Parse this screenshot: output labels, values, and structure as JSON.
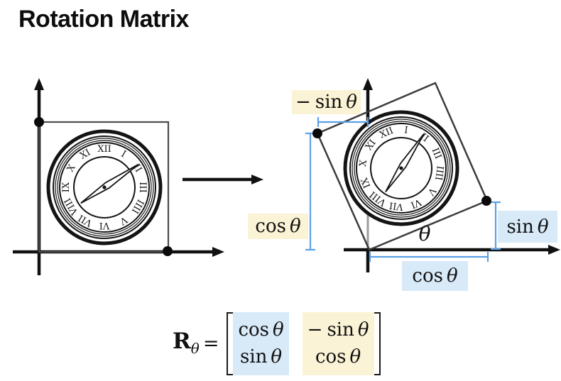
{
  "title": "Rotation Matrix",
  "colors": {
    "yellow_highlight": "#FAF3D5",
    "blue_highlight": "#D8E9F8",
    "measure_blue": "#5CA1E6"
  },
  "clock": {
    "numerals": [
      "XII",
      "I",
      "II",
      "III",
      "IIII",
      "V",
      "VI",
      "VII",
      "VIII",
      "IX",
      "X",
      "XI"
    ]
  },
  "right_diagram": {
    "label_neg_sin": {
      "sign": "−",
      "fn": "sin",
      "var": "θ"
    },
    "label_cos_left": {
      "fn": "cos",
      "var": "θ"
    },
    "label_sin_right": {
      "fn": "sin",
      "var": "θ"
    },
    "label_cos_bottom": {
      "fn": "cos",
      "var": "θ"
    },
    "angle_label": "θ"
  },
  "equation": {
    "lhs_symbol": "R",
    "lhs_subscript": "θ",
    "equals_sign": "=",
    "matrix": {
      "r1c1": {
        "fn": "cos",
        "var": "θ"
      },
      "r1c2": {
        "sign": "−",
        "fn": "sin",
        "var": "θ"
      },
      "r2c1": {
        "fn": "sin",
        "var": "θ"
      },
      "r2c2": {
        "fn": "cos",
        "var": "θ"
      }
    }
  }
}
